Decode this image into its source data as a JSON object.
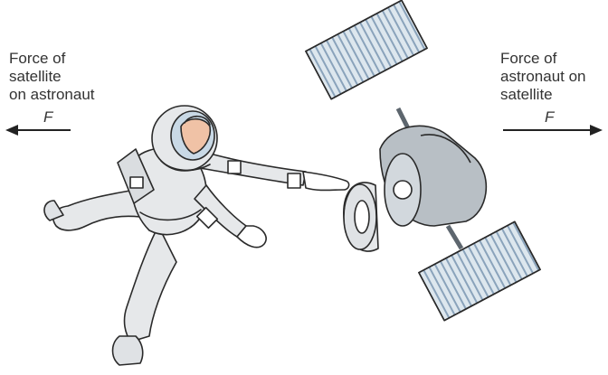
{
  "left_label": {
    "lines": [
      "Force of",
      "satellite",
      "on astronaut"
    ],
    "symbol": "F"
  },
  "right_label": {
    "lines": [
      "Force of",
      "astronaut on",
      "satellite"
    ],
    "symbol": "F"
  },
  "colors": {
    "suit": "#e6e8ea",
    "outline": "#2a2a2a",
    "skin": "#f0c2a6",
    "visor": "#c9d9e6",
    "panel": "#7f9bb6",
    "panel_light": "#d7e2ea",
    "body_metal": "#b8bfc5",
    "arrow": "#222222"
  },
  "icons": {
    "left_arrow": "arrow-left",
    "right_arrow": "arrow-right"
  }
}
